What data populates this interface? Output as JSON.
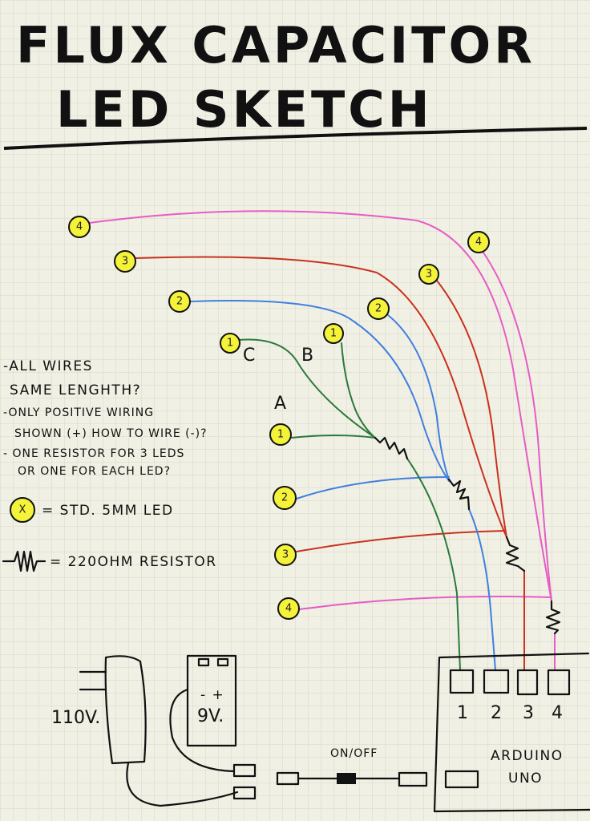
{
  "title": {
    "line1": "FLUX CAPACITOR",
    "line2": "LED SKETCH"
  },
  "notes": [
    "-ALL WIRES",
    "SAME LENGHTH?",
    "-ONLY POSITIVE WIRING",
    "SHOWN (+) HOW TO WIRE (-)?",
    "- ONE RESISTOR FOR 3 LEDS",
    "OR ONE FOR EACH LED?"
  ],
  "legend": {
    "led_symbol": "X",
    "led_text": "= STD. 5MM LED",
    "resistor_text": "= 220OHM RESISTOR"
  },
  "groups": {
    "a": "A",
    "b": "B",
    "c": "C"
  },
  "leds": {
    "one": "1",
    "two": "2",
    "three": "3",
    "four": "4"
  },
  "arduino": {
    "pins": [
      "1",
      "2",
      "3",
      "4"
    ],
    "name_line1": "ARDUINO",
    "name_line2": "UNO"
  },
  "power": {
    "mains": "110V.",
    "battery": "9V.",
    "battery_polarity": "- +",
    "switch": "ON/OFF"
  },
  "colors": {
    "wire1": "#2a7a3c",
    "wire2": "#3f7fe0",
    "wire3": "#c8321e",
    "wire4": "#e65cc6",
    "led": "#f4f33a",
    "paper": "#f1f0e4",
    "grid": "#d6d6c8"
  }
}
